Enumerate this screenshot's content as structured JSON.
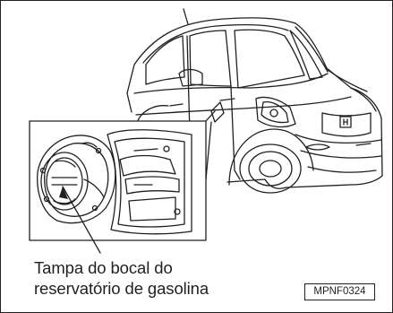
{
  "diagram": {
    "callout": {
      "line1": "Tampa do bocal do",
      "line2": "reservatório de gasolina"
    },
    "figure_code": "MPNF0324",
    "colors": {
      "line": "#231f20",
      "background": "#ffffff"
    }
  }
}
